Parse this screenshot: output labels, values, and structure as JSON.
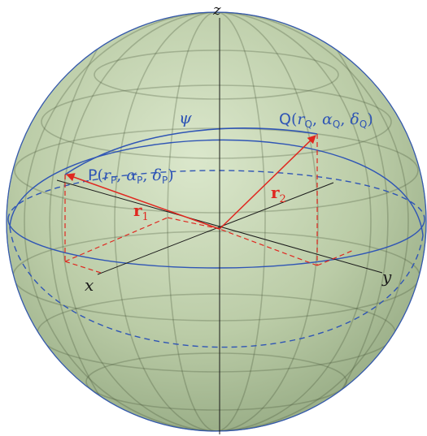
{
  "axes": {
    "z": "z",
    "x": "x",
    "y": "y"
  },
  "points": {
    "p": {
      "name": "P",
      "open": "(",
      "r": "r",
      "r_sub": "P",
      "alpha": "α",
      "alpha_sub": "P",
      "delta": "δ",
      "delta_sub": "P",
      "close": ")"
    },
    "q": {
      "name": "Q",
      "open": "(",
      "r": "r",
      "r_sub": "Q",
      "alpha": "α",
      "alpha_sub": "Q",
      "delta": "δ",
      "delta_sub": "Q",
      "close": ")"
    }
  },
  "vectors": {
    "r1": {
      "base": "r",
      "sub": "1"
    },
    "r2": {
      "base": "r",
      "sub": "2"
    }
  },
  "angle": {
    "psi": "ψ"
  },
  "colors": {
    "sphere_fill": "#b7c9a2",
    "grid": "#3f4f33",
    "great_circle": "#2f55b5",
    "vector": "#e0271f",
    "projection": "#e0271f",
    "axis": "#1a1a1a",
    "point_label": "#2f55b5"
  }
}
